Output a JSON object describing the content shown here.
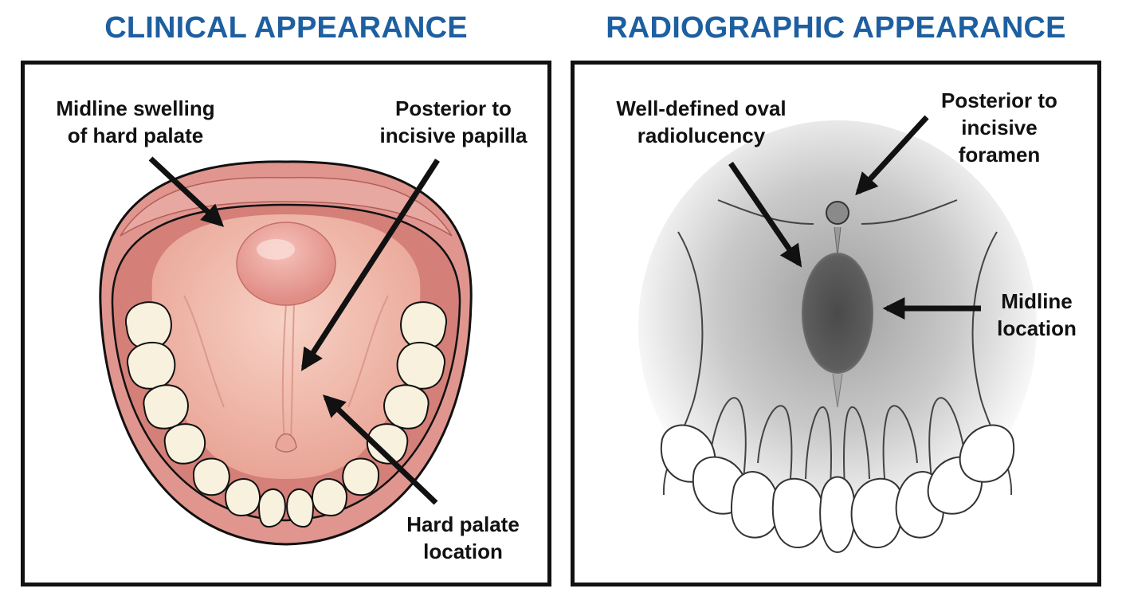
{
  "panels": {
    "clinical": {
      "title": "CLINICAL APPEARANCE",
      "labels": {
        "midline_swelling": "Midline swelling\nof hard palate",
        "posterior_papilla": "Posterior to\nincisive papilla",
        "hard_palate": "Hard palate\nlocation"
      }
    },
    "radiographic": {
      "title": "RADIOGRAPHIC APPEARANCE",
      "labels": {
        "oval_radiolucency": "Well-defined oval\nradiolucency",
        "posterior_foramen": "Posterior to\nincisive\nforamen",
        "midline_location": "Midline\nlocation"
      }
    }
  },
  "colors": {
    "title": "#1d5fa0",
    "gum": "#d9857e",
    "palate": "#f2c2b4",
    "tooth": "#f7f1de",
    "outline": "#111111"
  }
}
